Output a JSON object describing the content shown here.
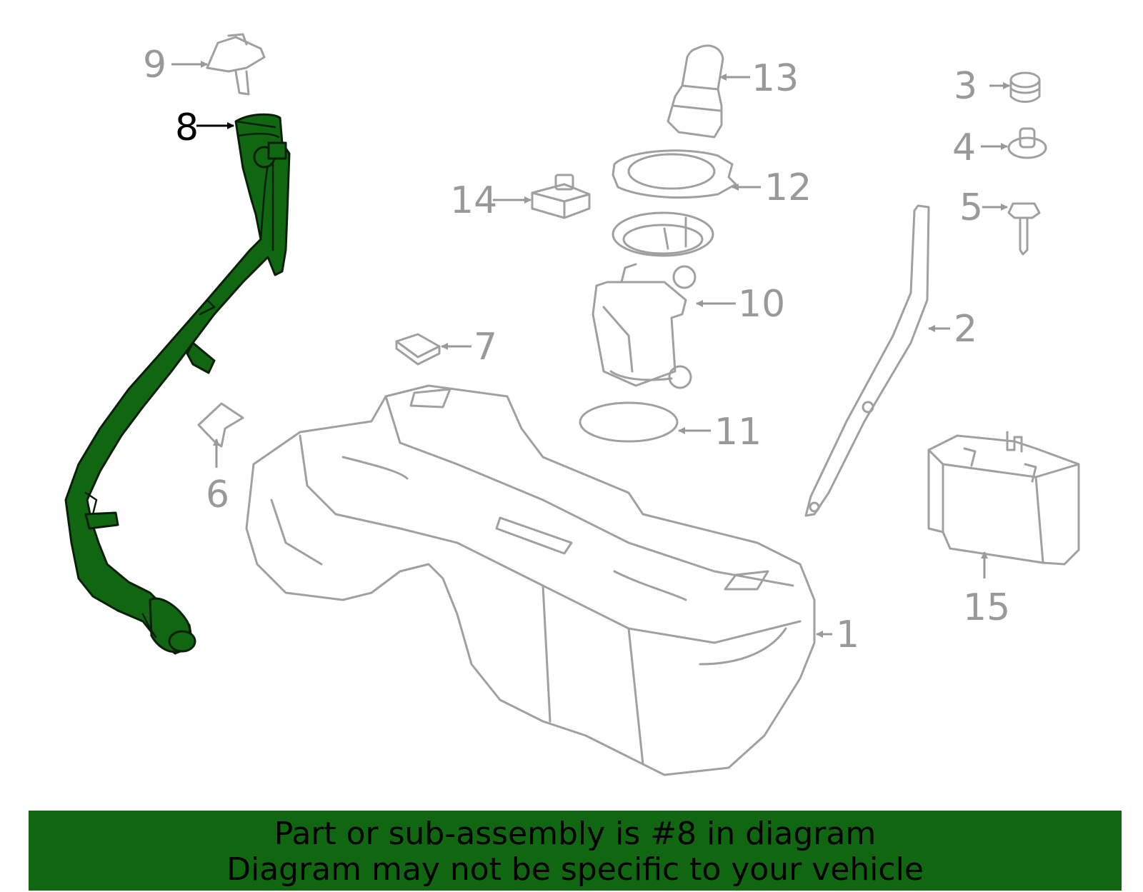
{
  "colors": {
    "highlight_fill": "#116611",
    "outline": "#a0a0a0",
    "label": "#999999",
    "highlight_label": "#000000",
    "banner_bg": "#116611"
  },
  "callouts": {
    "c1": "1",
    "c2": "2",
    "c3": "3",
    "c4": "4",
    "c5": "5",
    "c6": "6",
    "c7": "7",
    "c8": "8",
    "c9": "9",
    "c10": "10",
    "c11": "11",
    "c12": "12",
    "c13": "13",
    "c14": "14",
    "c15": "15"
  },
  "highlighted_part": "8",
  "banner": {
    "line1": "Part or sub-assembly is #8 in diagram",
    "line2": "Diagram may not be specific to your vehicle"
  }
}
